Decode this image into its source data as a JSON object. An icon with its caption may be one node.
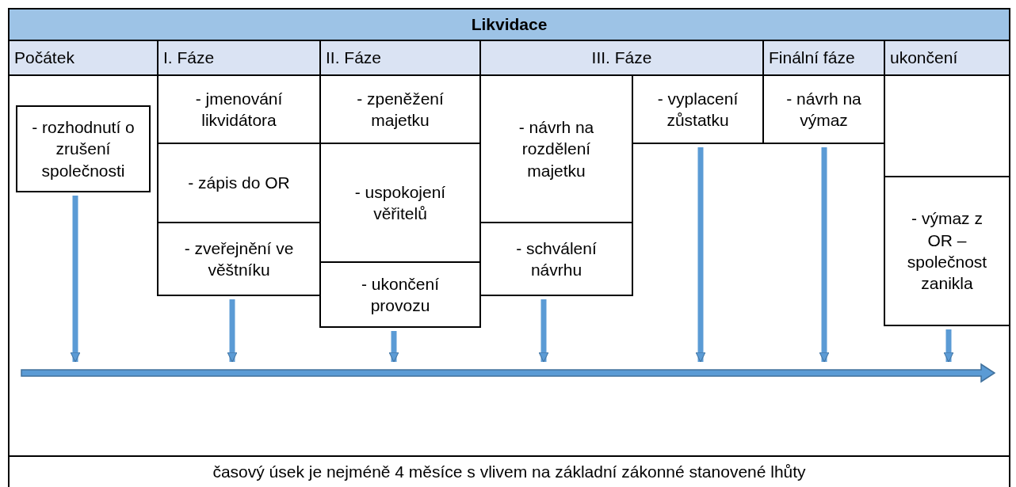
{
  "diagram": {
    "caption": "časový úsek je nejméně 4 měsíce s vlivem na základní zákonné stanovené lhůty",
    "nodes": [
      {
        "text": [
          "Likvidace"
        ]
      },
      {
        "text": [
          "Počátek"
        ]
      },
      {
        "text": [
          "I. Fáze"
        ]
      },
      {
        "text": [
          "II. Fáze"
        ]
      },
      {
        "text": [
          "III. Fáze"
        ]
      },
      {
        "text": [
          "Finální fáze"
        ]
      },
      {
        "text": [
          "ukončení"
        ]
      },
      {
        "text": [
          "- rozhodnutí o zrušení společnosti"
        ]
      },
      {
        "text": [
          "- jmenování likvidátora"
        ]
      },
      {
        "text": [
          "- zápis do OR"
        ]
      },
      {
        "text": [
          "- zveřejnění ve věštníku"
        ]
      },
      {
        "text": [
          "- zpeněžení majetku"
        ]
      },
      {
        "text": [
          "- uspokojení věřitelů"
        ]
      },
      {
        "text": [
          "- ukončení provozu"
        ]
      },
      {
        "text": [
          "- návrh na rozdělení majetku"
        ]
      },
      {
        "text": [
          "- schválení návrhu"
        ]
      },
      {
        "text": [
          "- vyplacení zůstatku"
        ]
      },
      {
        "text": [
          "- návrh na výmaz"
        ]
      },
      {
        "text": [],
        "shape": "box"
      },
      {
        "text": [
          "- výmaz z OR – společnost zanikla"
        ]
      },
      {
        "text": [],
        "shape": "arrow"
      }
    ],
    "edges": [
      {
        "from": 7,
        "to": 20,
        "arrow": "to"
      },
      {
        "from": 10,
        "to": 20,
        "arrow": "to"
      },
      {
        "from": 13,
        "to": 20,
        "arrow": "to"
      },
      {
        "from": 15,
        "to": 20,
        "arrow": "to"
      },
      {
        "from": 16,
        "to": 20,
        "arrow": "to"
      },
      {
        "from": 17,
        "to": 20,
        "arrow": "to"
      },
      {
        "from": 19,
        "to": 20,
        "arrow": "to"
      }
    ]
  }
}
